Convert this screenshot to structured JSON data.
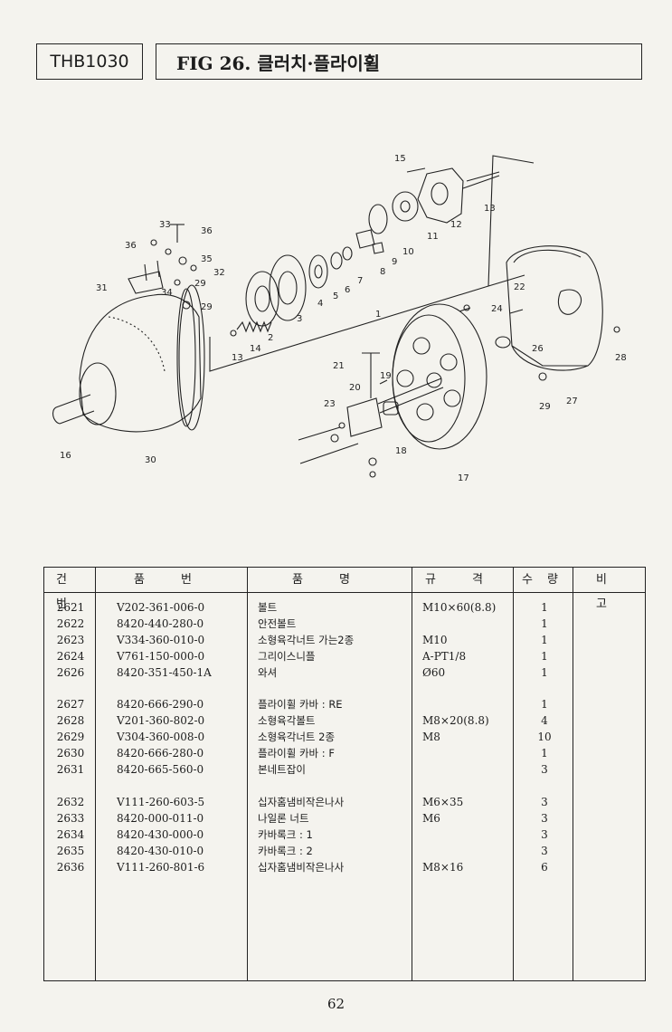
{
  "header": {
    "code": "THB1030",
    "title": "FIG 26. 클러치·플라이휠"
  },
  "diagram": {
    "callouts": [
      "1",
      "2",
      "3",
      "4",
      "5",
      "6",
      "7",
      "8",
      "9",
      "10",
      "11",
      "12",
      "13",
      "14",
      "15",
      "16",
      "17",
      "18",
      "19",
      "20",
      "21",
      "22",
      "23",
      "24",
      "26",
      "27",
      "28",
      "29",
      "30",
      "31",
      "32",
      "33",
      "34",
      "35",
      "36"
    ]
  },
  "table": {
    "headers": [
      "건 번",
      "품 번",
      "품 명",
      "규 격",
      "수 량",
      "비 고"
    ],
    "rows": [
      {
        "no": "2621",
        "part": "V202-361-006-0",
        "name": "볼트",
        "spec": "M10×60(8.8)",
        "qty": "1"
      },
      {
        "no": "2622",
        "part": "8420-440-280-0",
        "name": "안전볼트",
        "spec": "",
        "qty": "1"
      },
      {
        "no": "2623",
        "part": "V334-360-010-0",
        "name": "소형육각너트 가는2종",
        "spec": "M10",
        "qty": "1"
      },
      {
        "no": "2624",
        "part": "V761-150-000-0",
        "name": "그리이스니플",
        "spec": "A-PT1/8",
        "qty": "1"
      },
      {
        "no": "2626",
        "part": "8420-351-450-1A",
        "name": "와셔",
        "spec": "Ø60",
        "qty": "1"
      },
      {
        "no": "2627",
        "part": "8420-666-290-0",
        "name": "플라이휠 카바 : RE",
        "spec": "",
        "qty": "1"
      },
      {
        "no": "2628",
        "part": "V201-360-802-0",
        "name": "소형육각볼트",
        "spec": "M8×20(8.8)",
        "qty": "4"
      },
      {
        "no": "2629",
        "part": "V304-360-008-0",
        "name": "소형육각너트 2종",
        "spec": "M8",
        "qty": "10"
      },
      {
        "no": "2630",
        "part": "8420-666-280-0",
        "name": "플라이휠 카바 : F",
        "spec": "",
        "qty": "1"
      },
      {
        "no": "2631",
        "part": "8420-665-560-0",
        "name": "본네트잡이",
        "spec": "",
        "qty": "3"
      },
      {
        "no": "2632",
        "part": "V111-260-603-5",
        "name": "십자홈냄비작은나사",
        "spec": "M6×35",
        "qty": "3"
      },
      {
        "no": "2633",
        "part": "8420-000-011-0",
        "name": "나일론 너트",
        "spec": "M6",
        "qty": "3"
      },
      {
        "no": "2634",
        "part": "8420-430-000-0",
        "name": "카바록크 : 1",
        "spec": "",
        "qty": "3"
      },
      {
        "no": "2635",
        "part": "8420-430-010-0",
        "name": "카바록크 : 2",
        "spec": "",
        "qty": "3"
      },
      {
        "no": "2636",
        "part": "V111-260-801-6",
        "name": "십자홈냄비작은나사",
        "spec": "M8×16",
        "qty": "6"
      }
    ]
  },
  "page_number": "62"
}
